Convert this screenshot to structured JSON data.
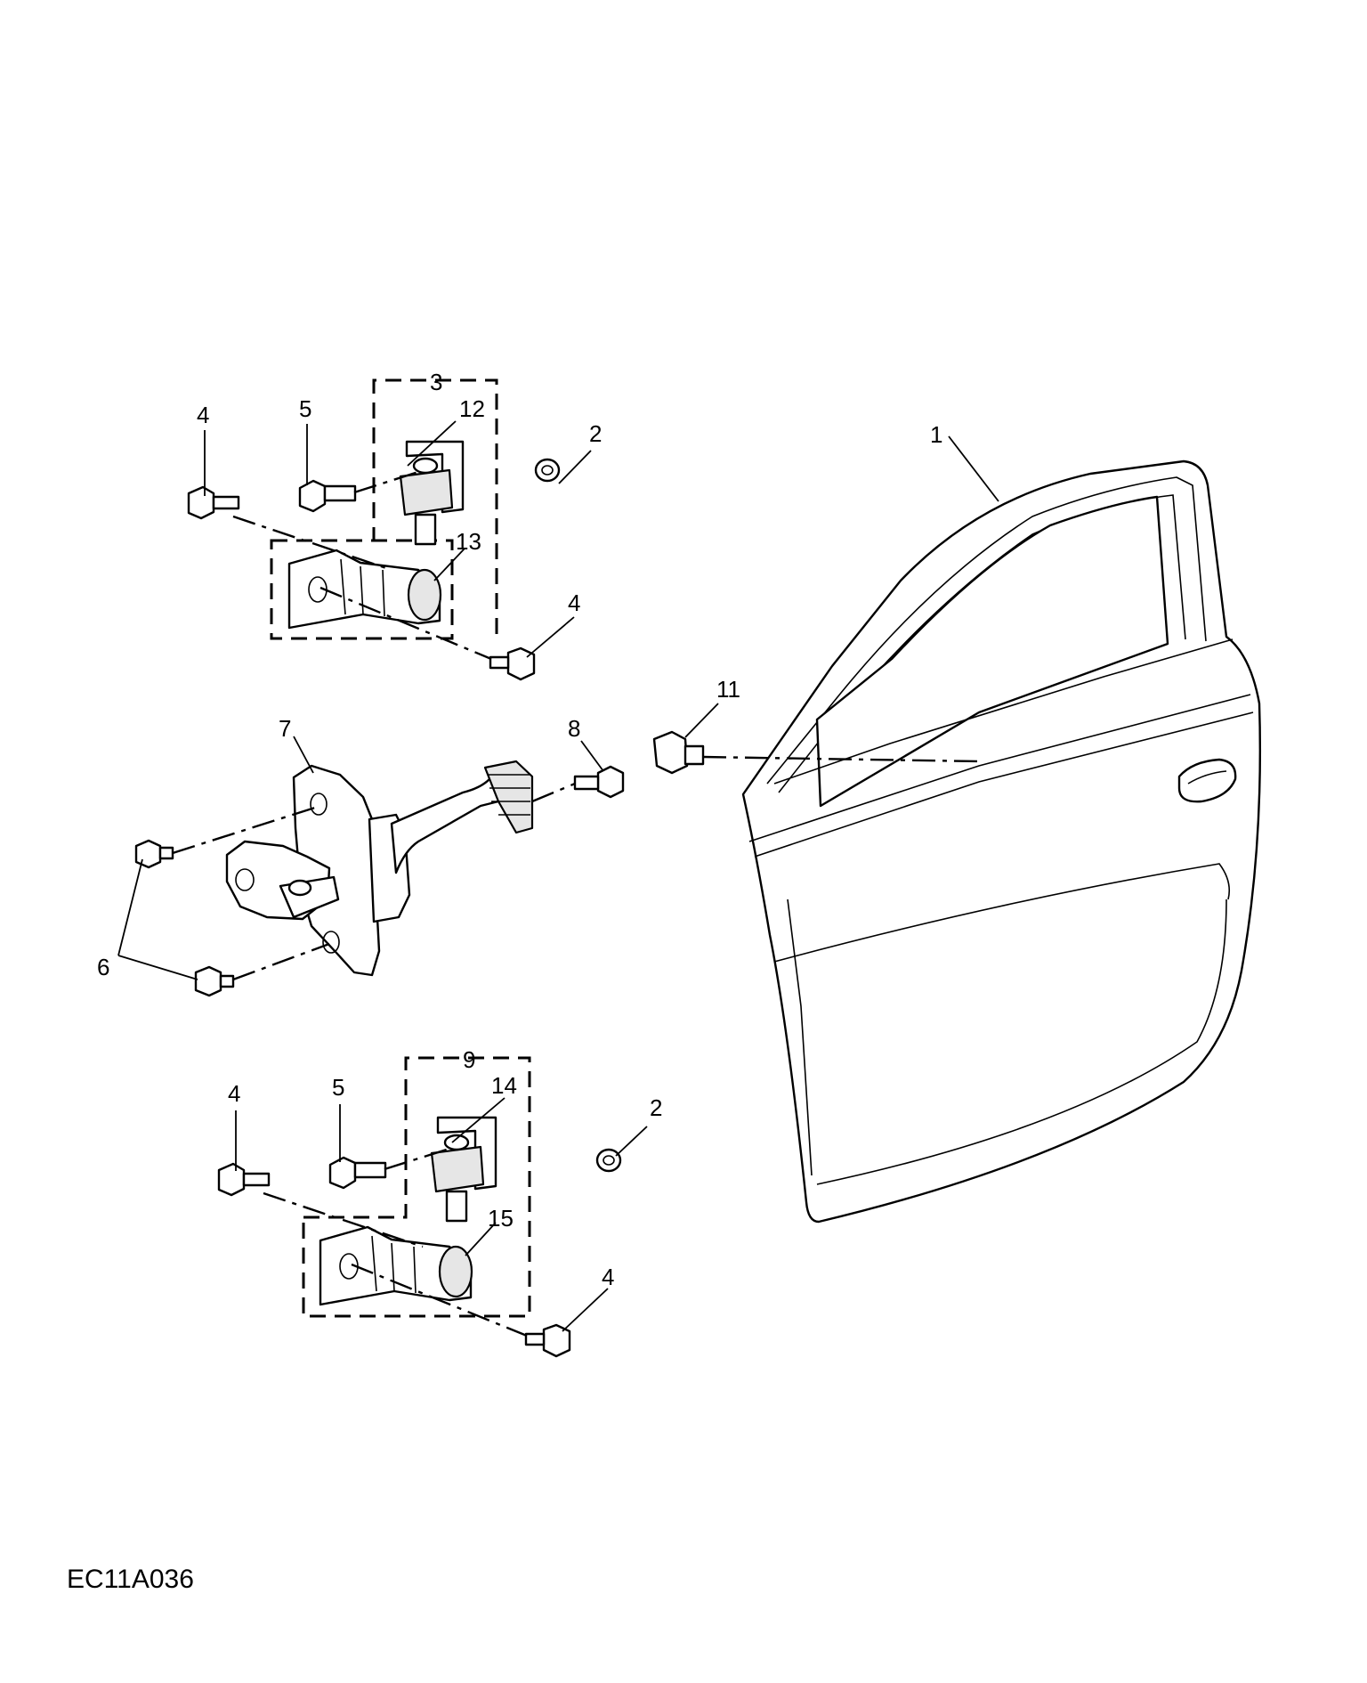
{
  "figure_code": "EC11A036",
  "callouts": {
    "c1": "1",
    "c2_upper": "2",
    "c2_lower": "2",
    "c3": "3",
    "c4_upper_left": "4",
    "c4_upper_right": "4",
    "c4_lower_left": "4",
    "c4_lower_right": "4",
    "c5_upper": "5",
    "c5_lower": "5",
    "c6": "6",
    "c7": "7",
    "c8": "8",
    "c9": "9",
    "c11": "11",
    "c12": "12",
    "c13": "13",
    "c14": "14",
    "c15": "15"
  }
}
